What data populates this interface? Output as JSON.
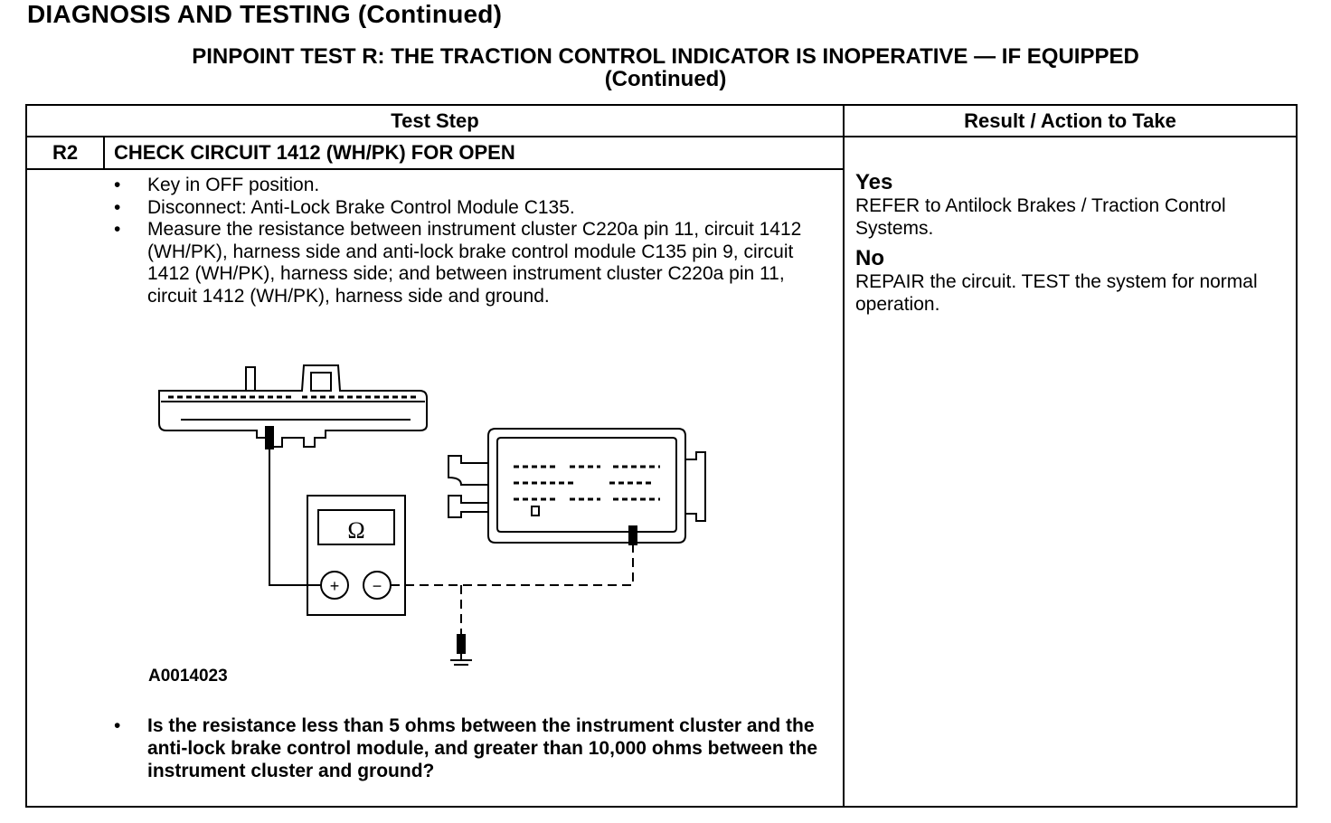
{
  "page_title": "DIAGNOSIS AND TESTING (Continued)",
  "test_title_line1": "PINPOINT TEST R: THE TRACTION CONTROL INDICATOR IS INOPERATIVE — IF EQUIPPED",
  "test_title_line2": "(Continued)",
  "table": {
    "col1_header": "Test Step",
    "col2_header": "Result / Action to Take"
  },
  "step": {
    "id": "R2",
    "title": "CHECK CIRCUIT 1412 (WH/PK) FOR OPEN",
    "bullets": [
      "Key in OFF position.",
      "Disconnect: Anti-Lock Brake Control Module C135.",
      "Measure the resistance between instrument cluster C220a pin 11, circuit 1412 (WH/PK), harness side and anti-lock brake control module C135 pin 9, circuit 1412 (WH/PK), harness side; and between instrument cluster C220a pin 11, circuit 1412 (WH/PK), harness side and ground."
    ],
    "figure_id": "A0014023",
    "meter_symbol": "Ω",
    "meter_plus": "+",
    "meter_minus": "−",
    "question": "Is the resistance less than 5 ohms between the instrument cluster and the anti-lock brake control module, and greater than 10,000 ohms between the instrument cluster and ground?"
  },
  "results": {
    "yes_label": "Yes",
    "yes_text": "REFER to Antilock Brakes / Traction Control Systems.",
    "no_label": "No",
    "no_text": "REPAIR the circuit. TEST the system for normal operation."
  },
  "bullet_glyph": "•"
}
